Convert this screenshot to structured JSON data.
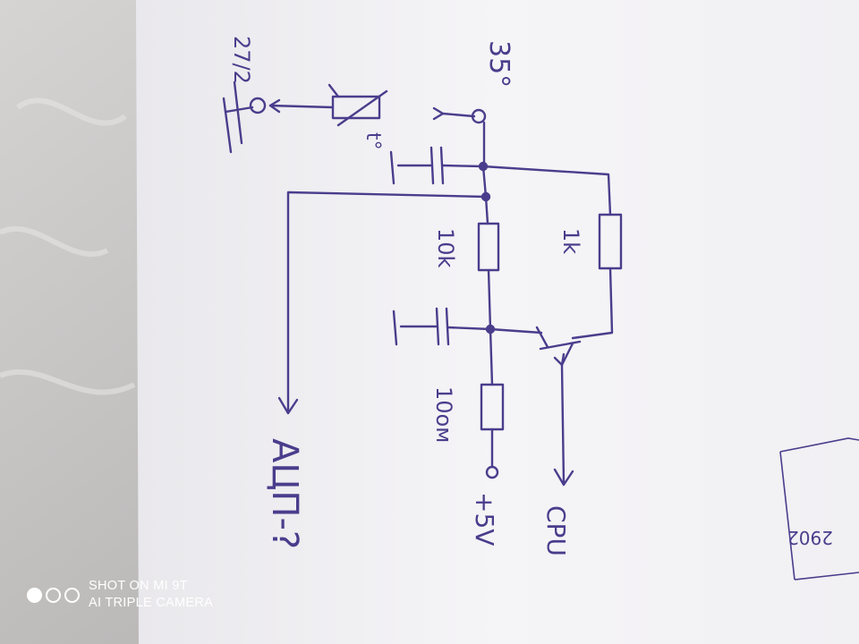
{
  "colors": {
    "ink": "#4a3d8c",
    "paper": "#f4f3f6",
    "marble": "#c9c7c6",
    "watermark": "#ffffff"
  },
  "schematic": {
    "label_35": "35°",
    "label_27": "27/2",
    "label_thermistor": "t°",
    "label_1k": "1k",
    "label_10k": "10k",
    "label_10om": "10ом",
    "label_cpu": "CPU",
    "label_5v": "+5V",
    "label_adc": "АЦП-?"
  },
  "note": {
    "text": "2902"
  },
  "watermark": {
    "line1": "SHOT ON MI 9T",
    "line2": "AI TRIPLE CAMERA"
  }
}
